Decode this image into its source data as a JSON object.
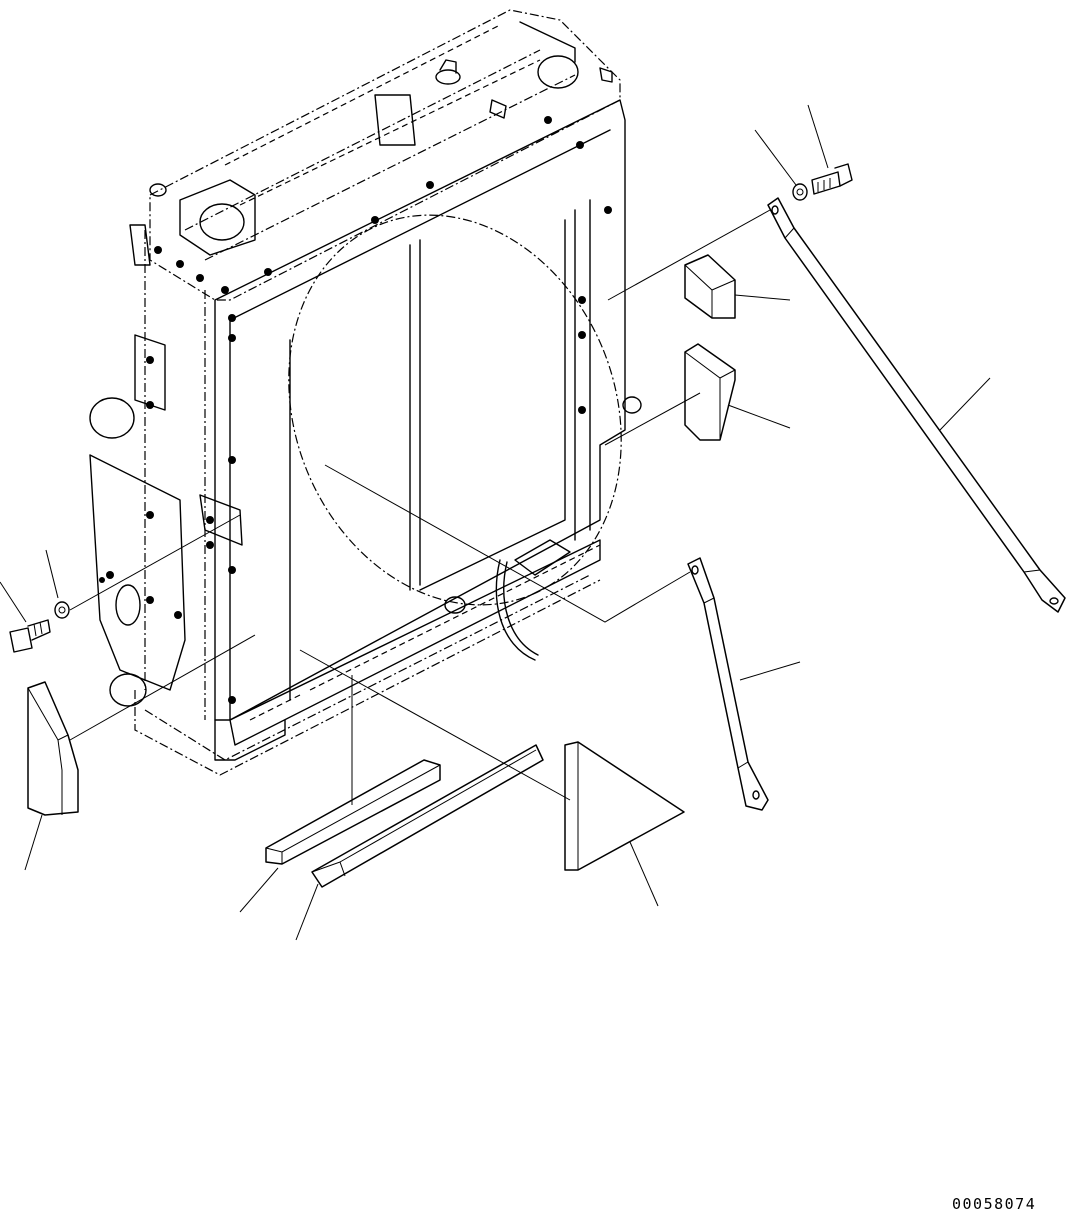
{
  "drawing": {
    "number": "00058074"
  },
  "parts": [
    {
      "name": "radiator-assembly"
    },
    {
      "name": "bolt-upper-right"
    },
    {
      "name": "washer-upper-right"
    },
    {
      "name": "bolt-left"
    },
    {
      "name": "washer-left"
    },
    {
      "name": "stay-upper"
    },
    {
      "name": "stay-lower"
    },
    {
      "name": "seal-block-small"
    },
    {
      "name": "seal-wedge-right"
    },
    {
      "name": "seal-wedge-left"
    },
    {
      "name": "seal-bar-long"
    },
    {
      "name": "seal-strip-thin"
    },
    {
      "name": "seal-triangle"
    }
  ],
  "colors": {
    "ink": "#000000",
    "paper": "#ffffff"
  }
}
